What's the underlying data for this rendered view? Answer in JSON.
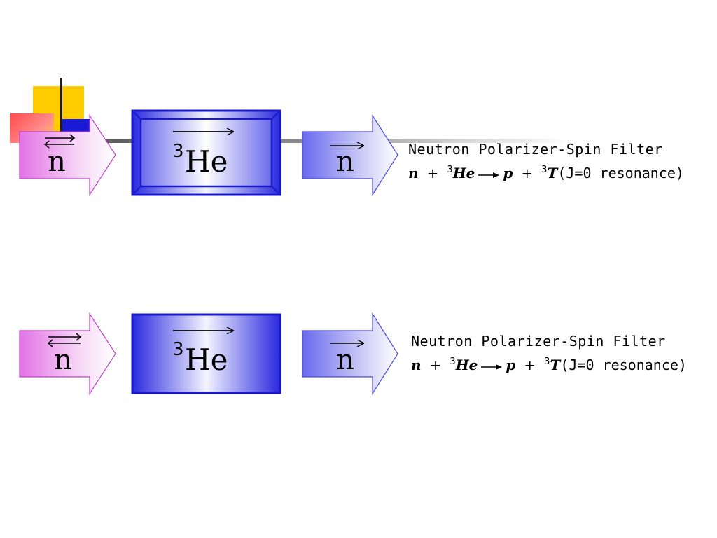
{
  "rows": [
    {
      "input_label": "n",
      "cell_label": "He",
      "cell_superscript": "3",
      "output_label": "n",
      "caption_title": "Neutron Polarizer-Spin Filter",
      "eq_n": "n",
      "eq_plus1": "+",
      "eq_he_sup": "3",
      "eq_he": "He",
      "eq_p": "p",
      "eq_plus2": "+",
      "eq_t_sup": "3",
      "eq_t": "T",
      "eq_resonance": "(J=0 resonance)"
    },
    {
      "input_label": "n",
      "cell_label": "He",
      "cell_superscript": "3",
      "output_label": "n",
      "caption_title": "Neutron Polarizer-Spin Filter",
      "eq_n": "n",
      "eq_plus1": "+",
      "eq_he_sup": "3",
      "eq_he": "He",
      "eq_p": "p",
      "eq_plus2": "+",
      "eq_t_sup": "3",
      "eq_t": "T",
      "eq_resonance": "(J=0 resonance)"
    }
  ],
  "colors": {
    "input_arrow": "#e070e0",
    "cell_blue": "#2222dd",
    "output_arrow": "#6060ee",
    "deco_yellow": "#ffcc00",
    "deco_red": "#ff4a4a",
    "deco_blue": "#1a1ad6"
  }
}
